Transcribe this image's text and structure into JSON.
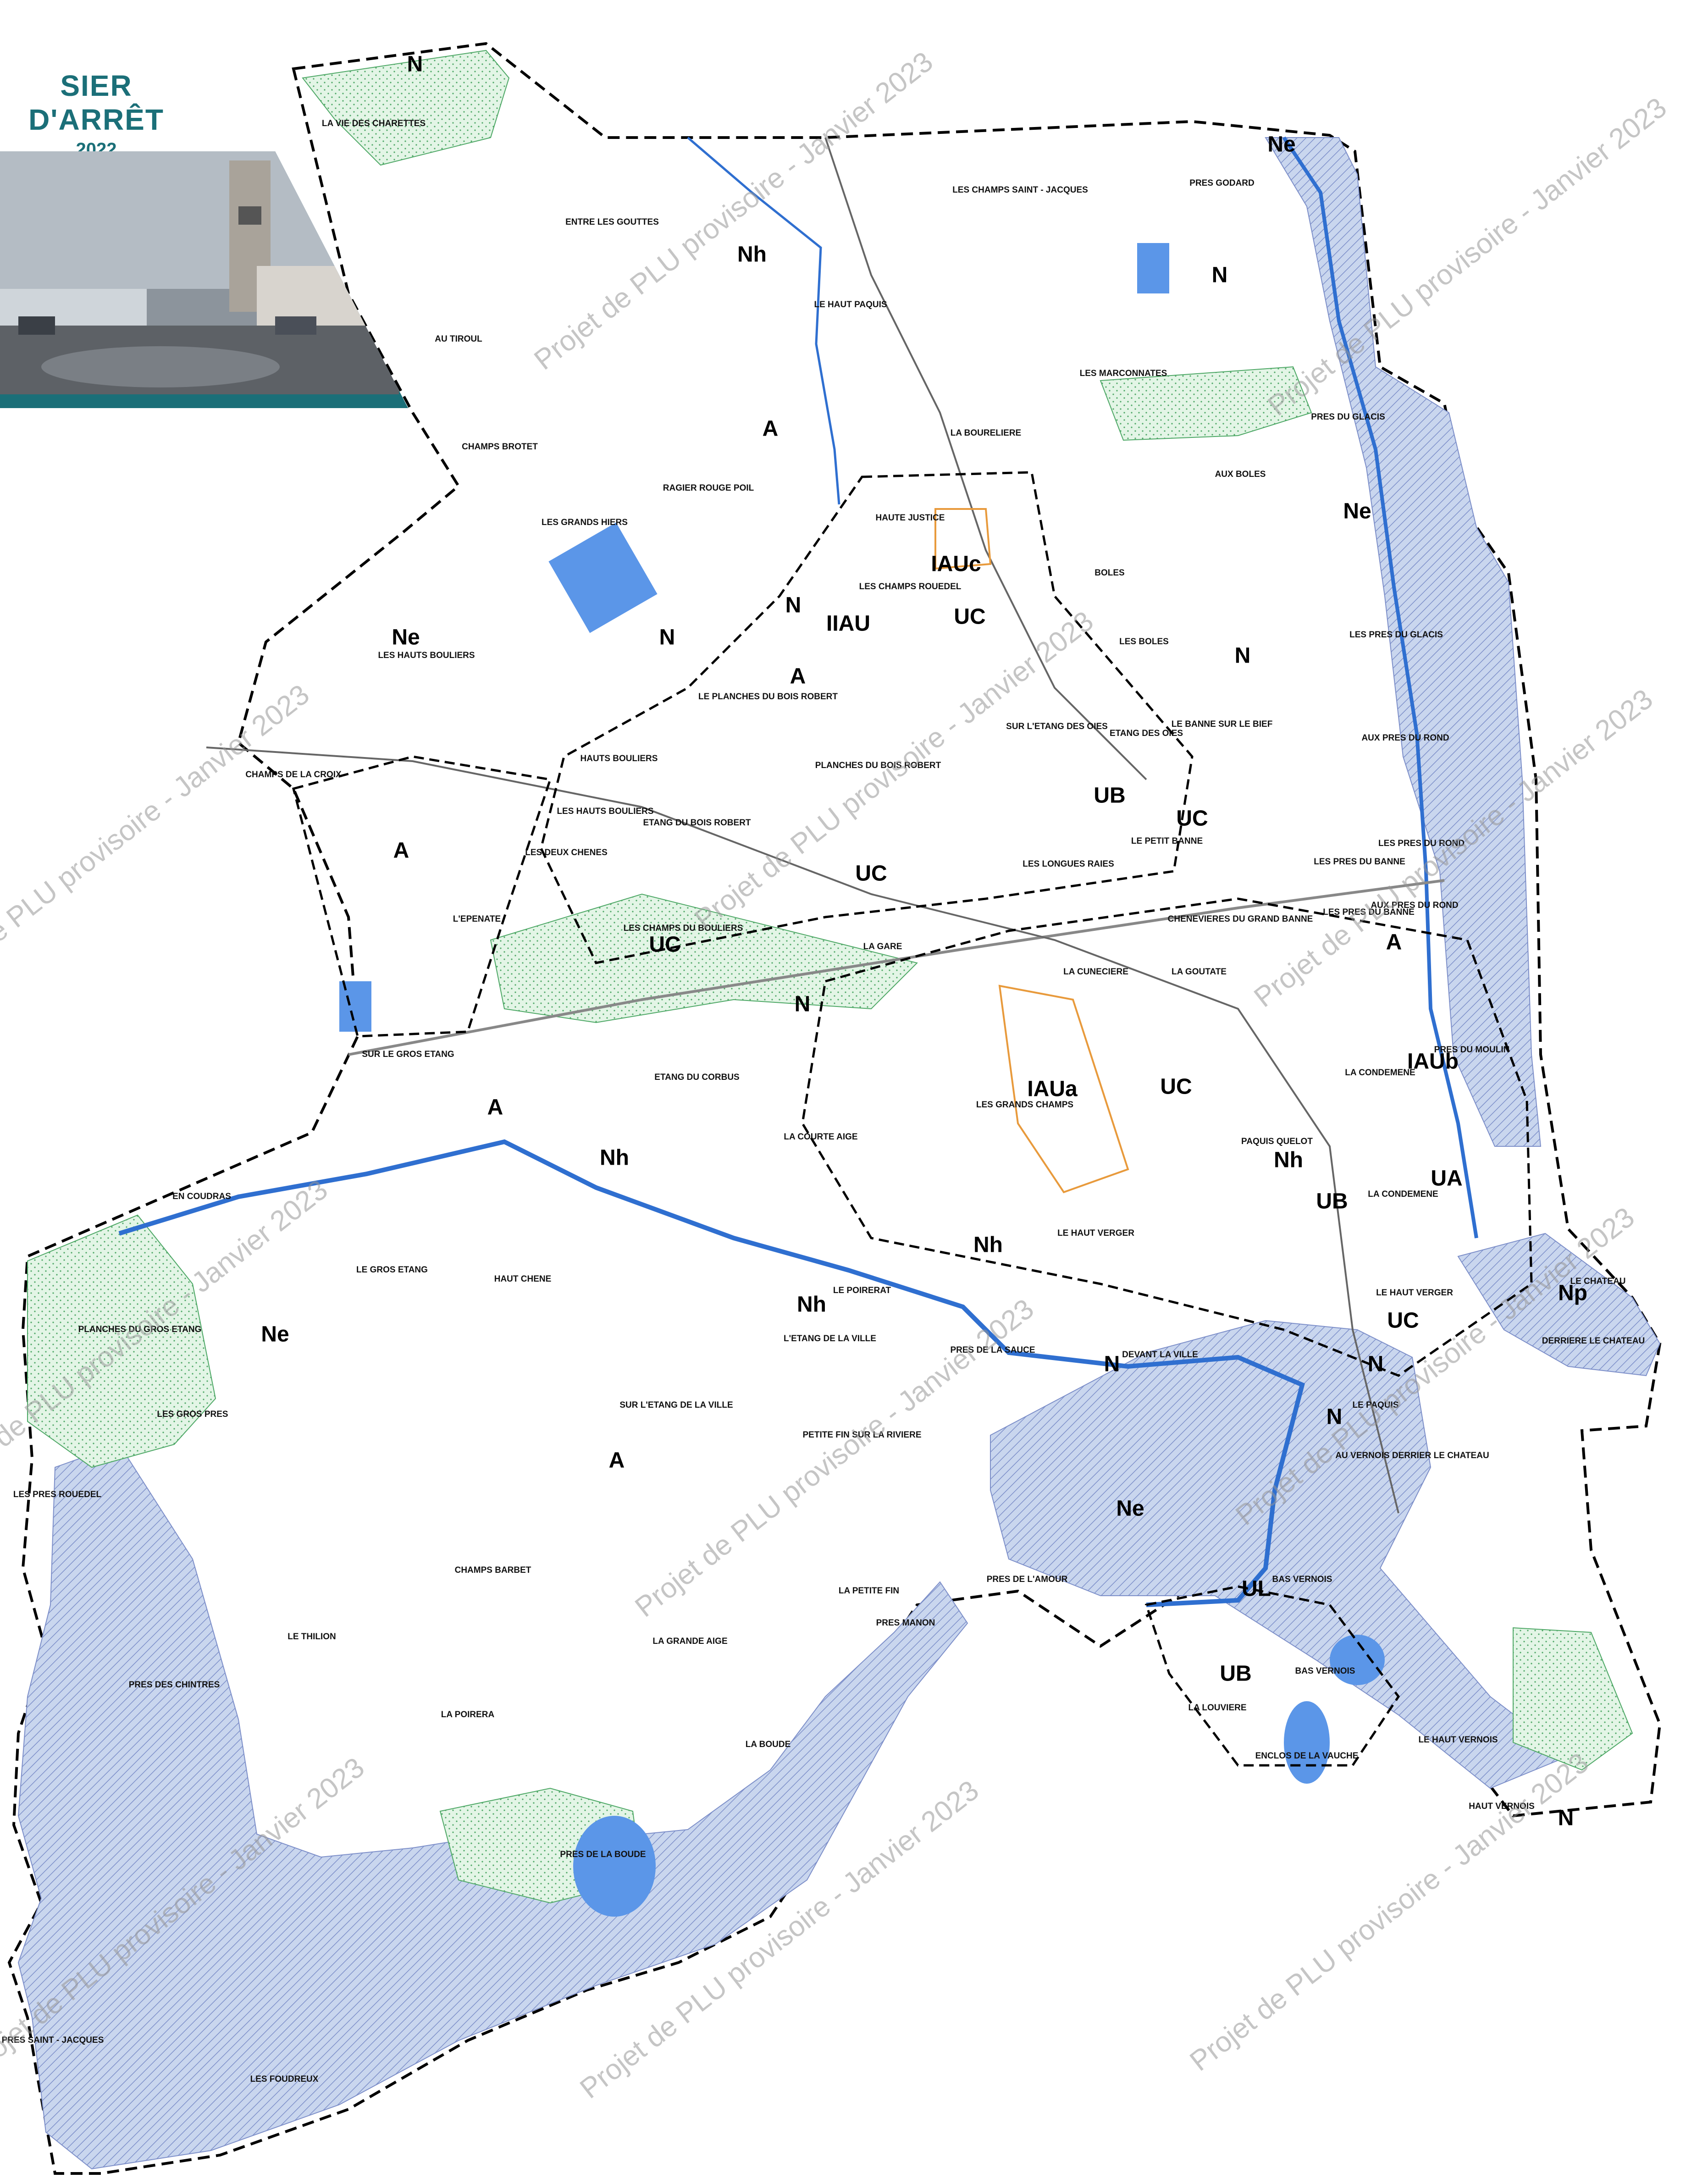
{
  "header": {
    "title_fragment": "SIER D'ARRÊT",
    "year": "2022"
  },
  "watermark_text": "Projet de PLU provisoire - Janvier 2023",
  "colors": {
    "flood_zone": "#c9d6ee",
    "hatch": "#7d8fc9",
    "green_area": "#d8f0dc",
    "water": "#5b96e8",
    "river_line": "#2f6fd0",
    "zone_border": "#000000",
    "title": "#1b6f78"
  },
  "zones": [
    {
      "label": "N"
    },
    {
      "label": "Ne"
    },
    {
      "label": "Nh"
    },
    {
      "label": "N"
    },
    {
      "label": "A"
    },
    {
      "label": "A"
    },
    {
      "label": "N"
    },
    {
      "label": "N"
    },
    {
      "label": "IIAU"
    },
    {
      "label": "IAUc"
    },
    {
      "label": "UC"
    },
    {
      "label": "Ne"
    },
    {
      "label": "N"
    },
    {
      "label": "Ne"
    },
    {
      "label": "A"
    },
    {
      "label": "UB"
    },
    {
      "label": "UC"
    },
    {
      "label": "UC"
    },
    {
      "label": "UC"
    },
    {
      "label": "A"
    },
    {
      "label": "N"
    },
    {
      "label": "IAUb"
    },
    {
      "label": "A"
    },
    {
      "label": "Nh"
    },
    {
      "label": "IAUa"
    },
    {
      "label": "UC"
    },
    {
      "label": "Nh"
    },
    {
      "label": "UA"
    },
    {
      "label": "UB"
    },
    {
      "label": "Nh"
    },
    {
      "label": "Nh"
    },
    {
      "label": "Ne"
    },
    {
      "label": "UC"
    },
    {
      "label": "Np"
    },
    {
      "label": "N"
    },
    {
      "label": "N"
    },
    {
      "label": "N"
    },
    {
      "label": "A"
    },
    {
      "label": "Ne"
    },
    {
      "label": "UL"
    },
    {
      "label": "UB"
    },
    {
      "label": "N"
    }
  ],
  "places": [
    "LA VIE DES CHARETTES",
    "ENTRE LES GOUTTES",
    "LE HAUT PAQUIS",
    "LES CHAMPS SAINT - JACQUES",
    "PRES GODARD",
    "AU TIROUL",
    "CHAMPS BROTET",
    "RAGIER ROUGE POIL",
    "LES MARCONNATES",
    "PRES DU GLACIS",
    "LA BOURELIERE",
    "AUX BOLES",
    "HAUTE JUSTICE",
    "LES CHAMPS ROUEDEL",
    "BOLES",
    "LES BOLES",
    "LES GRANDS HIERS",
    "LES HAUTS BOULIERS",
    "LE PLANCHES DU BOIS ROBERT",
    "LES PRES DU GLACIS",
    "LE BANNE SUR LE BIEF",
    "SUR L'ETANG DES OIES",
    "ETANG DES OIES",
    "AUX PRES DU ROND",
    "CHAMPS DE LA CROIX",
    "HAUTS BOULIERS",
    "PLANCHES DU BOIS ROBERT",
    "LES HAUTS BOULIERS",
    "ETANG DU BOIS ROBERT",
    "LES DEUX CHENES",
    "LE PETIT BANNE",
    "LES LONGUES RAIES",
    "LES PRES DU ROND",
    "LES PRES DU BANNE",
    "L'EPENATE",
    "LES CHAMPS DU BOULIERS",
    "LA GARE",
    "LES PRES DU BANNE",
    "AUX PRES DU ROND",
    "CHENEVIERES DU GRAND BANNE",
    "LA CUNECIERE",
    "LA GOUTATE",
    "PRES DU MOULIN",
    "LA CONDEMENE",
    "SUR LE GROS ETANG",
    "ETANG DU CORBUS",
    "LES GRANDS CHAMPS",
    "LA COURTE AIGE",
    "PAQUIS QUELOT",
    "EN COUDRAS",
    "LA CONDEMENE",
    "LE HAUT VERGER",
    "LE GROS ETANG",
    "HAUT CHENE",
    "LE POIRERAT",
    "LE CHATEAU",
    "LE HAUT VERGER",
    "PLANCHES DU GROS ETANG",
    "L'ETANG DE LA VILLE",
    "PRES DE LA SAUCE",
    "DEVANT LA VILLE",
    "DERRIERE LE CHATEAU",
    "LES GROS PRES",
    "SUR L'ETANG DE LA VILLE",
    "LE PAQUIS",
    "PETITE FIN SUR LA RIVIERE",
    "AU VERNOIS DERRIER LE CHATEAU",
    "LES PRES ROUEDEL",
    "CHAMPS BARBET",
    "PRES DE L'AMOUR",
    "BAS VERNOIS",
    "LA PETITE FIN",
    "PRES MANON",
    "LE THILION",
    "PRES DES CHINTRES",
    "LA GRANDE AIGE",
    "BAS VERNOIS",
    "LA POIRERA",
    "LA LOUVIERE",
    "ENCLOS DE LA VAUCHE",
    "LE HAUT VERNOIS",
    "LA BOUDE",
    "HAUT VERNOIS",
    "PRES DE LA BOUDE",
    "PRES SAINT - JACQUES",
    "LES FOUDREUX"
  ]
}
